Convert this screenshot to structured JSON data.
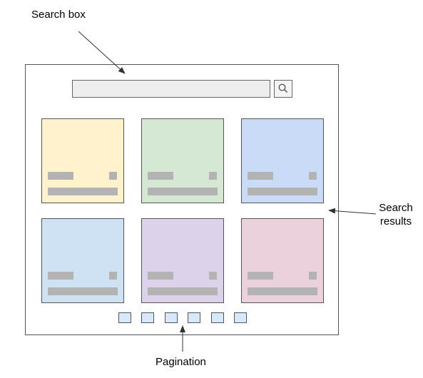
{
  "labels": {
    "search_box": "Search box",
    "search_results_line1": "Search",
    "search_results_line2": "results",
    "pagination": "Pagination"
  },
  "search_button": {
    "icon": "search-icon"
  },
  "cards": [
    {
      "color": "#fff2cc"
    },
    {
      "color": "#d5e8d4"
    },
    {
      "color": "#c9dbf7"
    },
    {
      "color": "#cfe2f3"
    },
    {
      "color": "#dcd3ea"
    },
    {
      "color": "#ead1dc"
    }
  ],
  "pagination": {
    "page_count": 6,
    "color": "#d6e8f9"
  }
}
